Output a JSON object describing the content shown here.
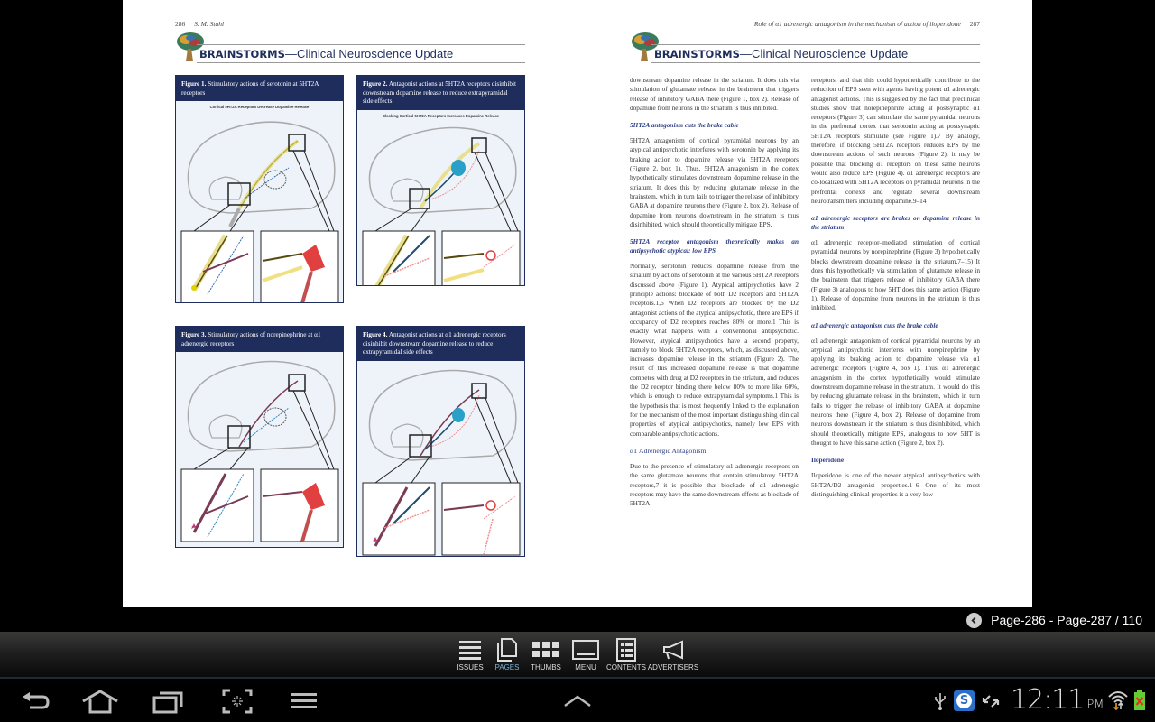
{
  "left_page": {
    "page_number": "286",
    "author": "S. M. Stahl",
    "brand_bold": "BRAINSTORMS",
    "brand_rest": "—Clinical Neuroscience Update",
    "figures": [
      {
        "label": "Figure 1.",
        "caption": "Stimulatory actions of serotonin at 5HT2A receptors",
        "title": "Cortical 5HT2A Receptors Decrease Dopamine Release"
      },
      {
        "label": "Figure 2.",
        "caption": "Antagonist actions at 5HT2A receptors disinhibit downstream dopamine release to reduce extrapyramidal side effects",
        "title": "Blocking Cortical 5HT2A Receptors Increases Dopamine Release"
      },
      {
        "label": "Figure 3.",
        "caption": "Stimulatory actions of norepinephrine at α1 adrenergic receptors",
        "title": ""
      },
      {
        "label": "Figure 4.",
        "caption": "Antagonist actions at α1 adrenergic receptors disinhibit downstream dopamine release to reduce extrapyramidal side effects",
        "title": ""
      }
    ]
  },
  "right_page": {
    "page_number": "287",
    "running_title": "Role of α1 adrenergic antagonism in the mechanism of action of iloperidone",
    "brand_bold": "BRAINSTORMS",
    "brand_rest": "—Clinical Neuroscience Update",
    "col1": {
      "p1": "downstream dopamine release in the striatum. It does this via stimulation of glutamate release in the brainstem that triggers release of inhibitory GABA there (Figure 1, box 2). Release of dopamine from neurons in the striatum is thus inhibited.",
      "h1": "5HT2A antagonism cuts the brake cable",
      "p2": "5HT2A antagonism of cortical pyramidal neurons by an atypical antipsychotic interferes with serotonin by applying its braking action to dopamine release via 5HT2A receptors (Figure 2, box 1). Thus, 5HT2A antagonism in the cortex hypothetically stimulates downstream dopamine release in the striatum. It does this by reducing glutamate release in the brainstem, which in turn fails to trigger the release of inhibitory GABA at dopamine neurons there (Figure 2, box 2). Release of dopamine from neurons downstream in the striatum is thus disinhibited, which should theoretically mitigate EPS.",
      "h2": "5HT2A receptor antagonism theoretically makes an antipsychotic atypical: low EPS",
      "p3": "Normally, serotonin reduces dopamine release from the striatum by actions of serotonin at the various 5HT2A receptors discussed above (Figure 1). Atypical antipsychotics have 2 principle actions: blockade of both D2 receptors and 5HT2A receptors.1,6 When D2 receptors are blocked by the D2 antagonist actions of the atypical antipsychotic, there are EPS if occupancy of D2 receptors reaches 80% or more.1 This is exactly what happens with a conventional antipsychotic. However, atypical antipsychotics have a second property, namely to block 5HT2A receptors, which, as discussed above, increases dopamine release in the striatum (Figure 2). The result of this increased dopamine release is that dopamine competes with drug at D2 receptors in the striatum, and reduces the D2 receptor binding there below 80% to more like 60%, which is enough to reduce extrapyramidal symptoms.1 This is the hypothesis that is most frequently linked to the explanation for the mechanism of the most important distinguishing clinical properties of atypical antipsychotics, namely low EPS with comparable antipsychotic actions.",
      "h3": "α1 Adrenergic Antagonism",
      "p4": "Due to the presence of stimulatory α1 adrenergic receptors on the same glutamate neurons that contain stimulatory 5HT2A receptors,7 it is possible that blockade of α1 adrenergic receptors may have the same downstream effects as blockade of 5HT2A"
    },
    "col2": {
      "p1": "receptors, and that this could hypothetically contribute to the reduction of EPS seen with agents having potent α1 adrenergic antagonist actions. This is suggested by the fact that preclinical studies show that norepinephrine acting at postsynaptic α1 receptors (Figure 3) can stimulate the same pyramidal neurons in the prefrontal cortex that serotonin acting at postsynaptic 5HT2A receptors stimulate (see Figure 1).7 By analogy, therefore, if blocking 5HT2A receptors reduces EPS by the downstream actions of such neurons (Figure 2), it may be possible that blocking α1 receptors on these same neurons would also reduce EPS (Figure 4). α1 adrenergic receptors are co-localized with 5HT2A receptors on pyramidal neurons in the prefrontal cortex8 and regulate several downstream neurotransmitters including dopamine.9–14",
      "h1": "α1 adrenergic receptors are brakes on dopamine release in the striatum",
      "p2": "α1 adrenergic receptor–mediated stimulation of cortical pyramidal neurons by norepinephrine (Figure 3) hypothetically blocks dowrstream dopamine release in the striatum.7–15) It does this hypothetically via stimulation of glutamate release in the brainstem that triggers release of inhibitory GABA there (Figure 3) analogous to how 5HT does this same action (Figure 1). Release of dopamine from neurons in the striatum is thus inhibited.",
      "h2": "α1 adrenergic antagonism cuts the brake cable",
      "p3": "α1 adrenergic antagonism of cortical pyramidal neurons by an atypical antipsychotic interferes with norepinephrine by applying its braking action to dopamine release via α1 adrenergic receptors (Figure 4, box 1). Thus, α1 adrenergic antagonism in the cortex hypothetically would stimulate downstream dopamine release in the striatum. It would do this by reducing glutamate release in the brainstem, which in turn fails to trigger the release of inhibitory GABA at dopamine neurons there (Figure 4, box 2). Release of dopamine from neurons downstream in the striatum is thus disinhibited, which should theoretically mitigate EPS, analogous to how 5HT is thought to have this same action (Figure 2, box 2).",
      "h3": "Iloperidone",
      "p4": "Iloperidone is one of the newer atypical antipsychotics with 5HT2A/D2 antagonist properties.1–6 One of its most distinguishing clinical properties is a very low"
    }
  },
  "page_indicator": {
    "text": "Page-286 - Page-287 / 110",
    "icon": "back-arrow-icon"
  },
  "toolbar": {
    "items": [
      {
        "label": "ISSUES",
        "icon": "list-icon",
        "active": false
      },
      {
        "label": "PAGES",
        "icon": "pages-icon",
        "active": true
      },
      {
        "label": "THUMBS",
        "icon": "grid-icon",
        "active": false
      },
      {
        "label": "MENU",
        "icon": "menu-window-icon",
        "active": false
      },
      {
        "label": "CONTENTS",
        "icon": "contents-icon",
        "active": false
      },
      {
        "label": "ADVERTISERS",
        "icon": "megaphone-icon",
        "active": false
      }
    ]
  },
  "system_bar": {
    "nav": [
      "back-icon",
      "home-icon",
      "recent-apps-icon",
      "screenshot-icon",
      "menu-icon"
    ],
    "center": "chevron-up-icon",
    "status_icons": [
      "usb-icon",
      "s-app-icon",
      "sync-icon",
      "wifi-icon",
      "battery-icon"
    ],
    "time": "12:11",
    "ampm": "PM",
    "colors": {
      "accent": "#7fb3d8",
      "navy": "#1e2d5c",
      "heading_blue": "#2d3e86"
    }
  }
}
